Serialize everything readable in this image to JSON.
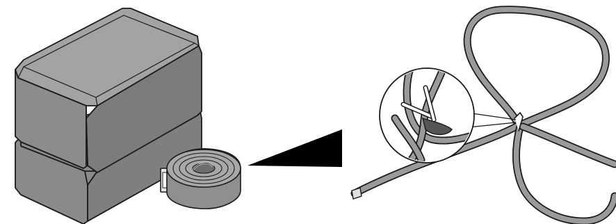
{
  "illustration": {
    "content": "product-illustration",
    "items": [
      {
        "name": "yoga-block",
        "count": 2,
        "state": "stacked"
      },
      {
        "name": "yoga-strap",
        "state": "rolled"
      },
      {
        "name": "yoga-strap",
        "state": "unrolled"
      },
      {
        "name": "buckle-detail",
        "state": "magnified"
      }
    ],
    "colors": {
      "block_side": "#8c8c8c",
      "block_top": "#9e9e9e",
      "block_front": "#858585",
      "strap": "#9a9a9a",
      "outline": "#1a1a1a",
      "arrow": "#000000",
      "background": "#ffffff"
    }
  }
}
